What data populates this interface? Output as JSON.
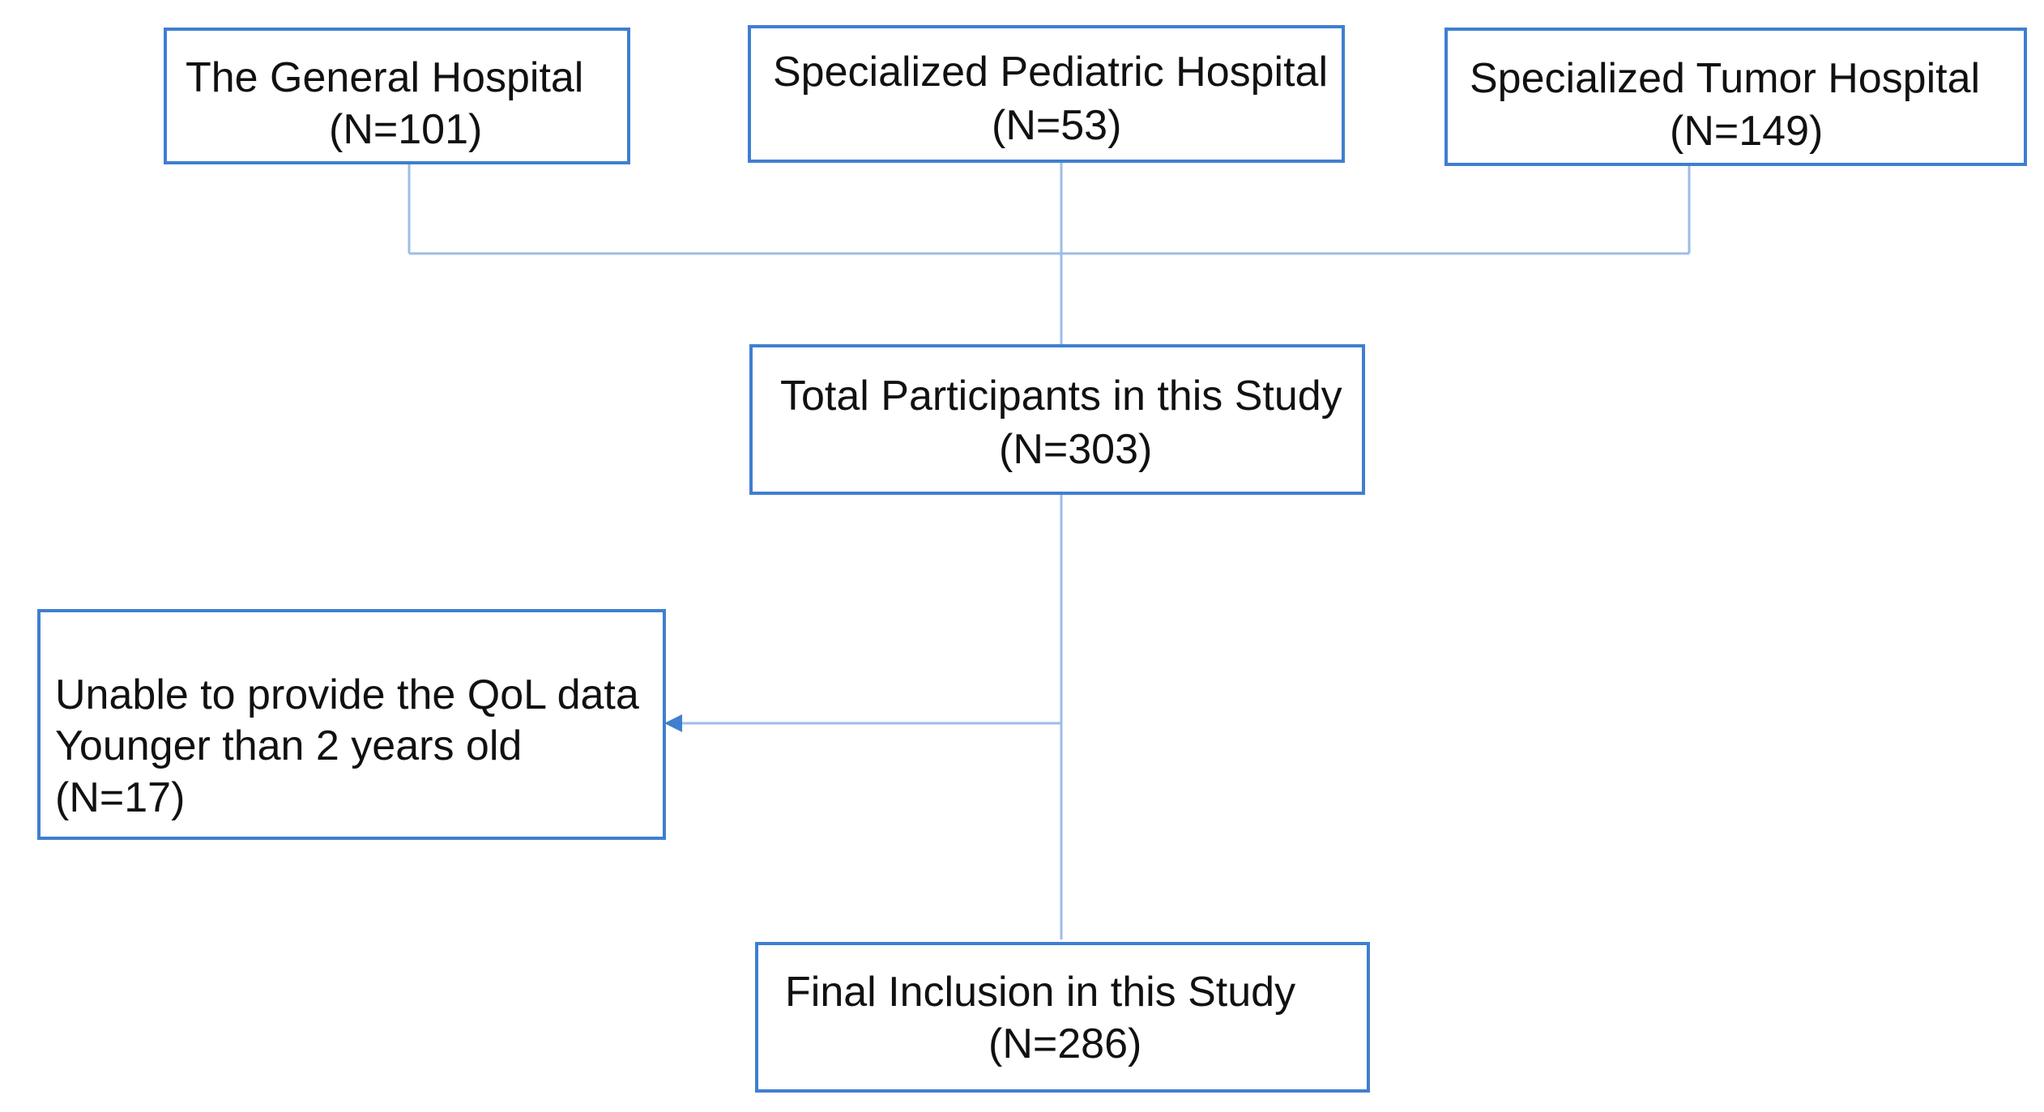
{
  "nodes": {
    "general_hospital": {
      "name": "The General Hospital",
      "count": "(N=101)"
    },
    "pediatric_hospital": {
      "name": "Specialized Pediatric Hospital",
      "count": "(N=53)"
    },
    "tumor_hospital": {
      "name": "Specialized Tumor Hospital",
      "count": "(N=149)"
    },
    "total_participants": {
      "name": "Total Participants in this Study",
      "count": "(N=303)"
    },
    "excluded": {
      "reason_1": "Unable to provide the QoL data",
      "reason_2": "Younger than 2 years old",
      "count": "(N=17)"
    },
    "final_inclusion": {
      "name": "Final Inclusion in this Study",
      "count": "(N=286)"
    }
  },
  "colors": {
    "box_border": "#3f7fd0",
    "connector": "#9dbde6",
    "arrow": "#3f7fd0"
  }
}
